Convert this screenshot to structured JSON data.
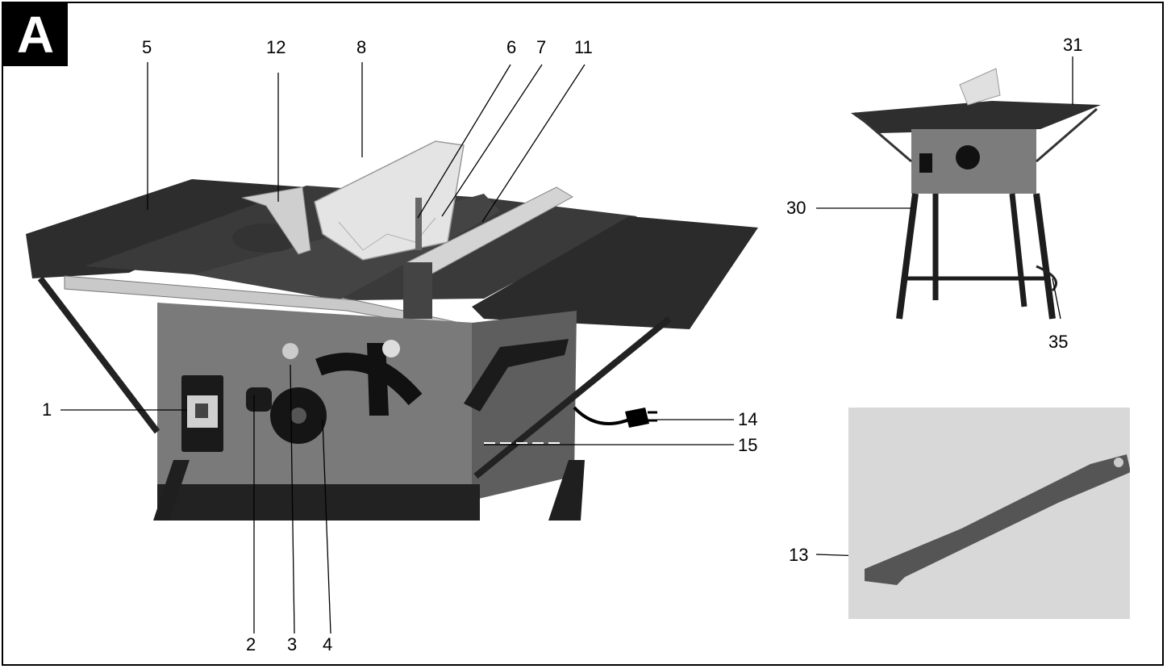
{
  "figure": {
    "section_letter": "A",
    "callouts": {
      "c1": "1",
      "c2": "2",
      "c3": "3",
      "c4": "4",
      "c5": "5",
      "c6": "6",
      "c7": "7",
      "c8": "8",
      "c11": "11",
      "c12": "12",
      "c13": "13",
      "c14": "14",
      "c15": "15",
      "c30": "30",
      "c31": "31",
      "c35": "35"
    }
  }
}
